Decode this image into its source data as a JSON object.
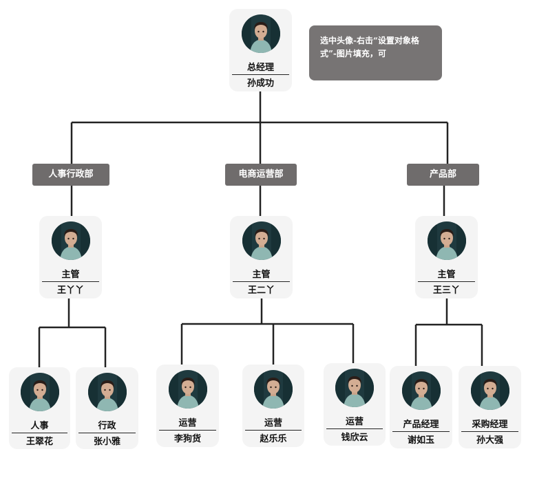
{
  "note": "选中头像-右击“设置对象格式”-图片填充，可",
  "colors": {
    "card_bg": "#f4f4f4",
    "dept_bg": "#6f6c6c",
    "note_bg": "#777474",
    "line": "#222222"
  },
  "root": {
    "role": "总经理",
    "name": "孙成功"
  },
  "departments": [
    {
      "label": "人事行政部",
      "supervisor": {
        "role": "主管",
        "name": "王丫丫"
      },
      "staff": [
        {
          "role": "人事",
          "name": "王翠花"
        },
        {
          "role": "行政",
          "name": "张小雅"
        }
      ]
    },
    {
      "label": "电商运营部",
      "supervisor": {
        "role": "主管",
        "name": "王二丫"
      },
      "staff": [
        {
          "role": "运营",
          "name": "李狗货"
        },
        {
          "role": "运营",
          "name": "赵乐乐"
        },
        {
          "role": "运营",
          "name": "钱欣云"
        }
      ]
    },
    {
      "label": "产品部",
      "supervisor": {
        "role": "主管",
        "name": "王三丫"
      },
      "staff": [
        {
          "role": "产品经理",
          "name": "谢如玉"
        },
        {
          "role": "采购经理",
          "name": "孙大强"
        }
      ]
    }
  ]
}
